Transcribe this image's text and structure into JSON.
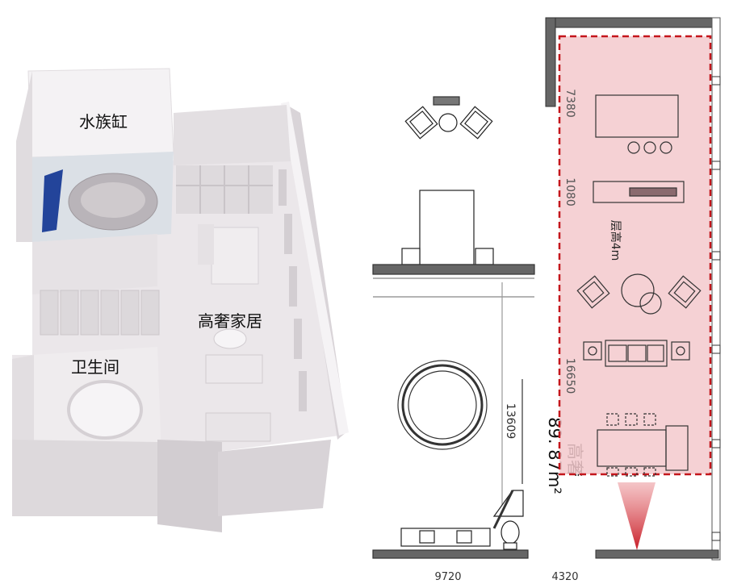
{
  "render_labels": {
    "aquarium": "水族缸",
    "luxury_home": "高奢家居",
    "bathroom": "卫生间"
  },
  "plan_labels": {
    "floor_height": "层高4m",
    "area": "89. 87m²",
    "zone": "高奢"
  },
  "dimensions": {
    "d7380": "7380",
    "d1080": "1080",
    "d16650": "16650",
    "d13609": "13609",
    "bottom_left": "9720",
    "bottom_right": "4320"
  },
  "colors": {
    "highlight_fill": "#f3c9cc",
    "highlight_border": "#c4161c",
    "spotlight": "#c81e28",
    "wall": "#666666",
    "render_bg": "#eeeaec",
    "water_blue": "#23449a"
  }
}
